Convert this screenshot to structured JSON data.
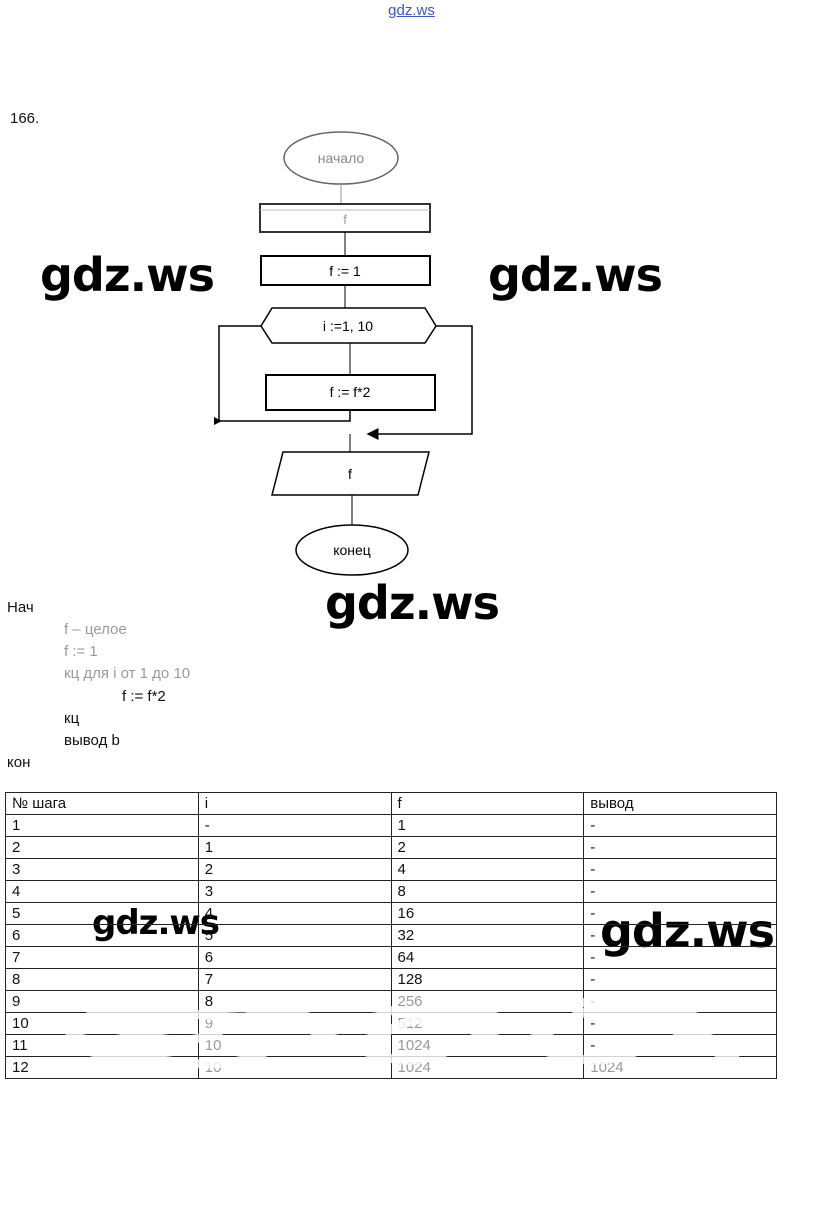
{
  "header": {
    "site_link": "gdz.ws"
  },
  "task": {
    "number": "166."
  },
  "watermark": {
    "text": "gdz.ws"
  },
  "flowchart": {
    "start": "начало",
    "declare": "f",
    "init": "f := 1",
    "loop": "i :=1, 10",
    "body": "f := f*2",
    "output": "f",
    "end": "конец"
  },
  "program": {
    "begin": "Нач",
    "lines": [
      "f – целое",
      "f := 1",
      "кц для i от 1 до 10",
      "f := f*2",
      "кц",
      "вывод b"
    ],
    "finish": "кон"
  },
  "table": {
    "headers": [
      "№ шага",
      "i",
      "f",
      "вывод"
    ],
    "rows": [
      [
        "1",
        "-",
        "1",
        "-"
      ],
      [
        "2",
        "1",
        "2",
        "-"
      ],
      [
        "3",
        "2",
        "4",
        "-"
      ],
      [
        "4",
        "3",
        "8",
        "-"
      ],
      [
        "5",
        "4",
        "16",
        "-"
      ],
      [
        "6",
        "5",
        "32",
        "-"
      ],
      [
        "7",
        "6",
        "64",
        "-"
      ],
      [
        "8",
        "7",
        "128",
        "-"
      ],
      [
        "9",
        "8",
        "256",
        "-"
      ],
      [
        "10",
        "9",
        "512",
        "-"
      ],
      [
        "11",
        "10",
        "1024",
        "-"
      ],
      [
        "12",
        "10",
        "1024",
        "1024"
      ]
    ]
  }
}
